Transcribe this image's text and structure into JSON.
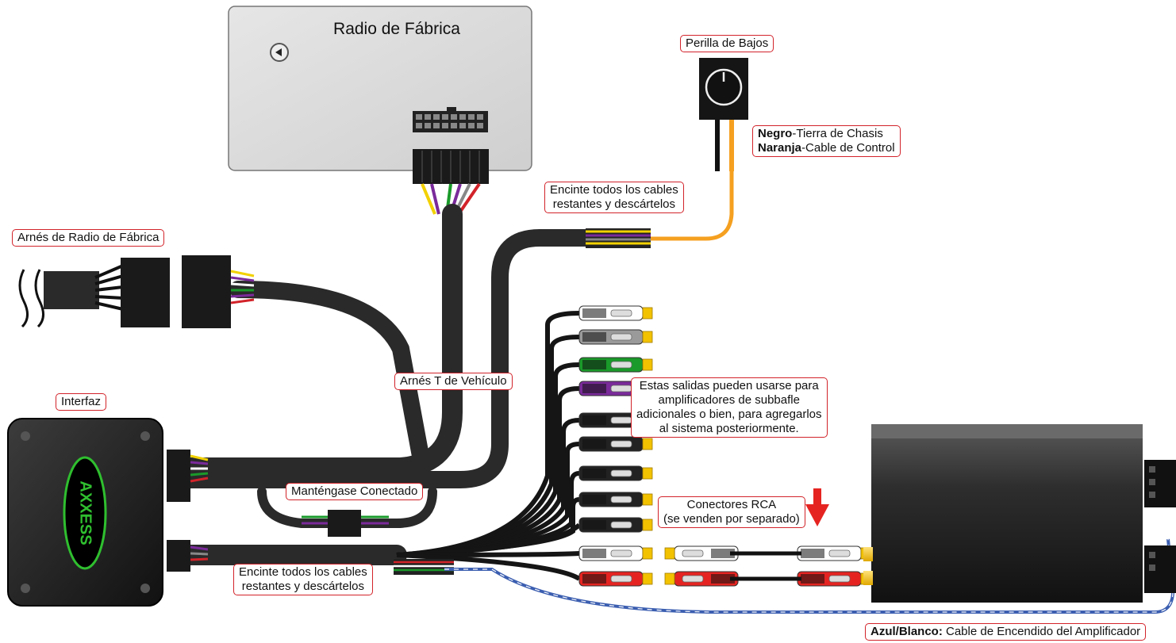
{
  "labels": {
    "radio": "Radio de Fábrica",
    "bass_knob": "Perilla de Bajos",
    "knob_wire_black": "Negro",
    "knob_wire_black_desc": "-Tierra de Chasis",
    "knob_wire_orange": "Naranja",
    "knob_wire_orange_desc": "-Cable de Control",
    "tape_top_line1": "Encinte todos los cables",
    "tape_top_line2": "restantes y descártelos",
    "factory_harness": "Arnés de Radio de Fábrica",
    "interface": "Interfaz",
    "t_harness": "Arnés T de Vehículo",
    "outputs_line1": "Estas salidas pueden usarse para",
    "outputs_line2": "amplificadores de subbafle",
    "outputs_line3": "adicionales o bien, para agregarlos",
    "outputs_line4": "al sistema posteriormente.",
    "keep_connected": "Manténgase Conectado",
    "rca_line1": "Conectores RCA",
    "rca_line2": "(se venden por separado)",
    "tape_bottom_line1": "Encinte todos los cables",
    "tape_bottom_line2": "restantes y descártelos",
    "amp_wire_color": "Azul/Blanco:",
    "amp_wire_desc": " Cable de Encendido del Amplificador",
    "brand_logo": "AXXESS"
  },
  "colors": {
    "label_border": "#d2232a",
    "radio_body": "#d9d9d9",
    "cable": "#2a2a2a",
    "orange_wire": "#f5a020",
    "arrow": "#e52421",
    "logo_green": "#2fbf2f",
    "rca_colors": [
      "#ffffff",
      "#9a9a9a",
      "#1a9a2a",
      "#7a2a9a",
      "#222222",
      "#222222",
      "#222222",
      "#222222",
      "#222222",
      "#ffffff",
      "#e52421"
    ]
  }
}
